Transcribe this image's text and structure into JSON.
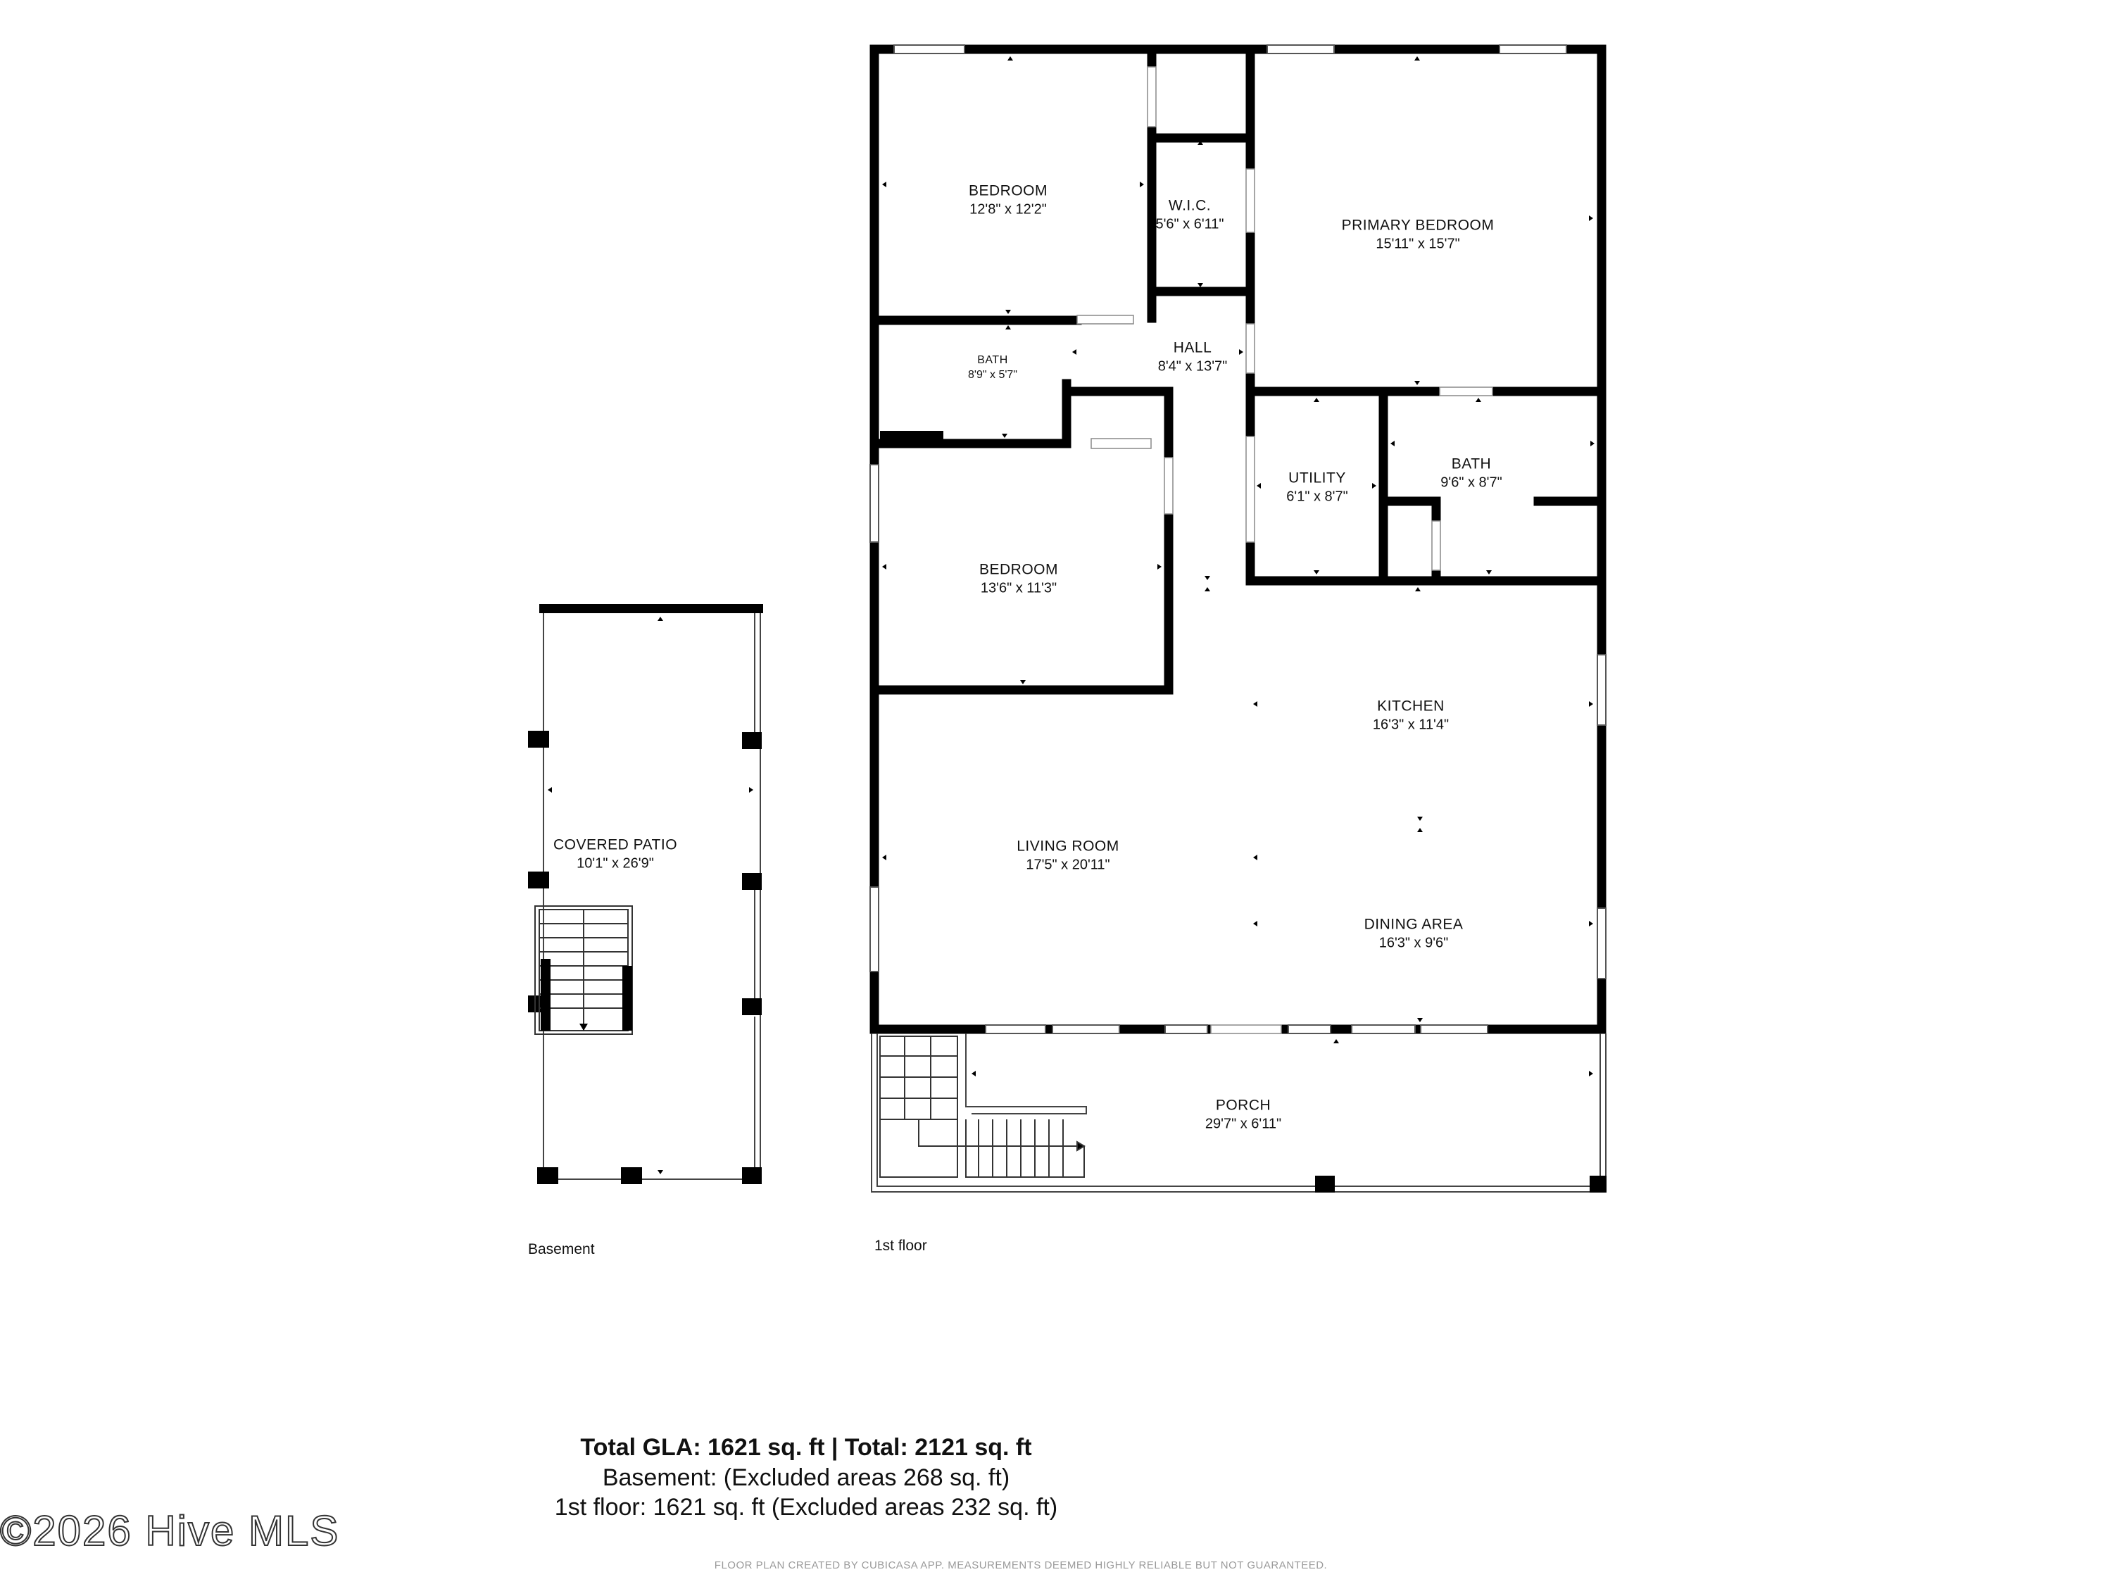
{
  "rooms": {
    "bedroom1": {
      "name": "BEDROOM",
      "dims": "12'8\" x 12'2\""
    },
    "wic": {
      "name": "W.I.C.",
      "dims": "5'6\" x 6'11\""
    },
    "primary_bedroom": {
      "name": "PRIMARY BEDROOM",
      "dims": "15'11\" x 15'7\""
    },
    "bath1": {
      "name": "BATH",
      "dims": "8'9\" x 5'7\""
    },
    "hall": {
      "name": "HALL",
      "dims": "8'4\" x 13'7\""
    },
    "utility": {
      "name": "UTILITY",
      "dims": "6'1\" x 8'7\""
    },
    "bath2": {
      "name": "BATH",
      "dims": "9'6\" x 8'7\""
    },
    "bedroom2": {
      "name": "BEDROOM",
      "dims": "13'6\" x 11'3\""
    },
    "kitchen": {
      "name": "KITCHEN",
      "dims": "16'3\" x 11'4\""
    },
    "living_room": {
      "name": "LIVING ROOM",
      "dims": "17'5\" x 20'11\""
    },
    "dining_area": {
      "name": "DINING AREA",
      "dims": "16'3\" x 9'6\""
    },
    "porch": {
      "name": "PORCH",
      "dims": "29'7\" x 6'11\""
    },
    "covered_patio": {
      "name": "COVERED PATIO",
      "dims": "10'1\" x 26'9\""
    }
  },
  "floors": {
    "basement": "Basement",
    "first": "1st floor"
  },
  "totals": {
    "line1": "Total GLA: 1621 sq. ft | Total: 2121 sq. ft",
    "line2": "Basement: (Excluded areas 268 sq. ft)",
    "line3": "1st floor: 1621 sq. ft (Excluded areas 232 sq. ft)"
  },
  "disclaimer": "FLOOR PLAN CREATED BY CUBICASA APP. MEASUREMENTS DEEMED HIGHLY RELIABLE BUT NOT GUARANTEED.",
  "watermark": "©2026 Hive MLS",
  "colors": {
    "wall": "#000000",
    "window": "#ffffff",
    "thin": "#555555"
  }
}
